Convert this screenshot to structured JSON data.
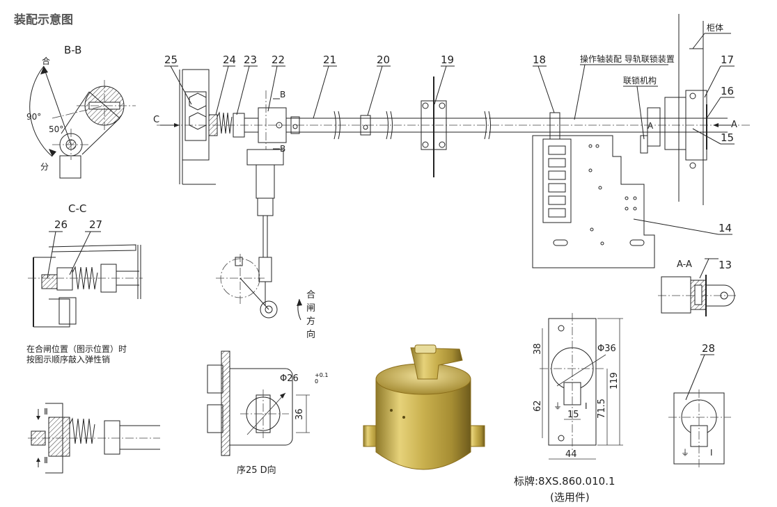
{
  "title": "装配示意图",
  "sections": {
    "bb": "B-B",
    "cc": "C-C",
    "aa": "A-A",
    "d_view": "序25 D向"
  },
  "bb_view": {
    "close_label": "合",
    "open_label": "分",
    "angle_90": "90°",
    "angle_50": "50°"
  },
  "cc_note": [
    "在合闸位置（图示位置）时",
    "按图示顺序敲入弹性销"
  ],
  "callouts": [
    "25",
    "24",
    "23",
    "22",
    "21",
    "20",
    "19",
    "18",
    "17",
    "16",
    "15",
    "14",
    "13",
    "26",
    "27",
    "28"
  ],
  "section_markers": {
    "c": "C",
    "b": "B",
    "a": "A"
  },
  "labels": {
    "cabinet": "柜体",
    "shaft_assembly": "操作轴装配 导轨联锁装置",
    "interlock": "联锁机构",
    "close_direction": [
      "合",
      "闸",
      "方",
      "向"
    ]
  },
  "d_view_dims": {
    "phi": "Φ26",
    "tol": "+0.1",
    "tol0": "0",
    "h": "36"
  },
  "plate_dims": {
    "phi": "Φ36",
    "d38": "38",
    "d62": "62",
    "d119": "119",
    "d71": "71.5",
    "d15": "15",
    "d44": "44"
  },
  "nameplate": {
    "code": "标牌:8XS.860.010.1",
    "note": "(选用件)"
  }
}
